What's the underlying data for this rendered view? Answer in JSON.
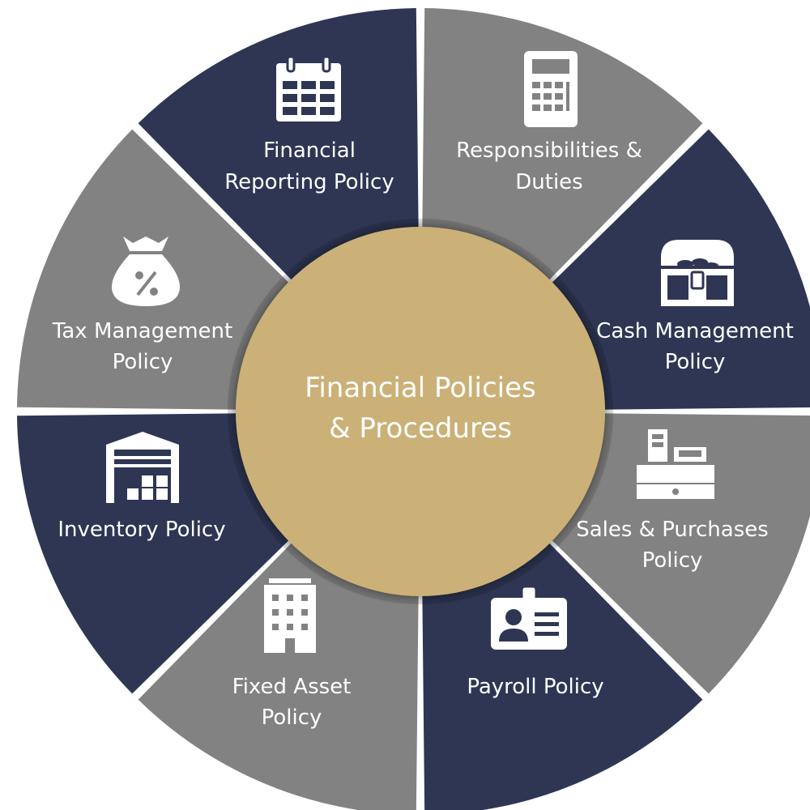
{
  "colors": {
    "navy": "#2e3654",
    "gray": "#828282",
    "gold": "#cbb177",
    "white": "#ffffff"
  },
  "center": {
    "line1": "Financial Policies",
    "line2": "& Procedures"
  },
  "segments": [
    {
      "name": "responsibilities-duties",
      "line1": "Responsibilities &",
      "line2": "Duties",
      "icon": "calculator-icon",
      "color": "gray"
    },
    {
      "name": "cash-management-policy",
      "line1": "Cash Management",
      "line2": "Policy",
      "icon": "treasure-chest-icon",
      "color": "navy"
    },
    {
      "name": "sales-purchases-policy",
      "line1": "Sales & Purchases",
      "line2": "Policy",
      "icon": "cash-register-icon",
      "color": "gray"
    },
    {
      "name": "payroll-policy",
      "line1": "Payroll Policy",
      "line2": "",
      "icon": "id-badge-icon",
      "color": "navy"
    },
    {
      "name": "fixed-asset-policy",
      "line1": "Fixed Asset",
      "line2": "Policy",
      "icon": "building-icon",
      "color": "gray"
    },
    {
      "name": "inventory-policy",
      "line1": "Inventory Policy",
      "line2": "",
      "icon": "warehouse-icon",
      "color": "navy"
    },
    {
      "name": "tax-management-policy",
      "line1": "Tax Management",
      "line2": "Policy",
      "icon": "money-bag-percent-icon",
      "color": "gray"
    },
    {
      "name": "financial-reporting-policy",
      "line1": "Financial",
      "line2": "Reporting Policy",
      "icon": "calendar-icon",
      "color": "navy"
    }
  ]
}
